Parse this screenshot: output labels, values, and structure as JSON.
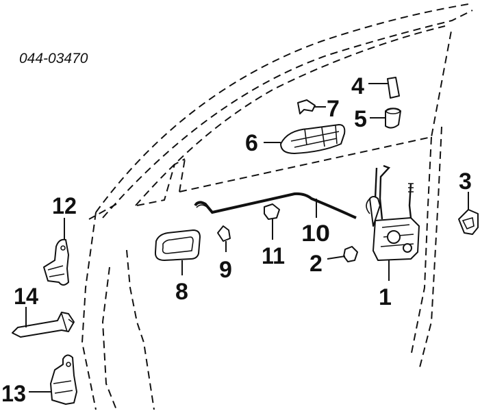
{
  "reference_code": "044-03470",
  "callouts": {
    "c1": "1",
    "c2": "2",
    "c3": "3",
    "c4": "4",
    "c5": "5",
    "c6": "6",
    "c7": "7",
    "c8": "8",
    "c9": "9",
    "c10": "10",
    "c11": "11",
    "c12": "12",
    "c13": "13",
    "c14": "14"
  }
}
